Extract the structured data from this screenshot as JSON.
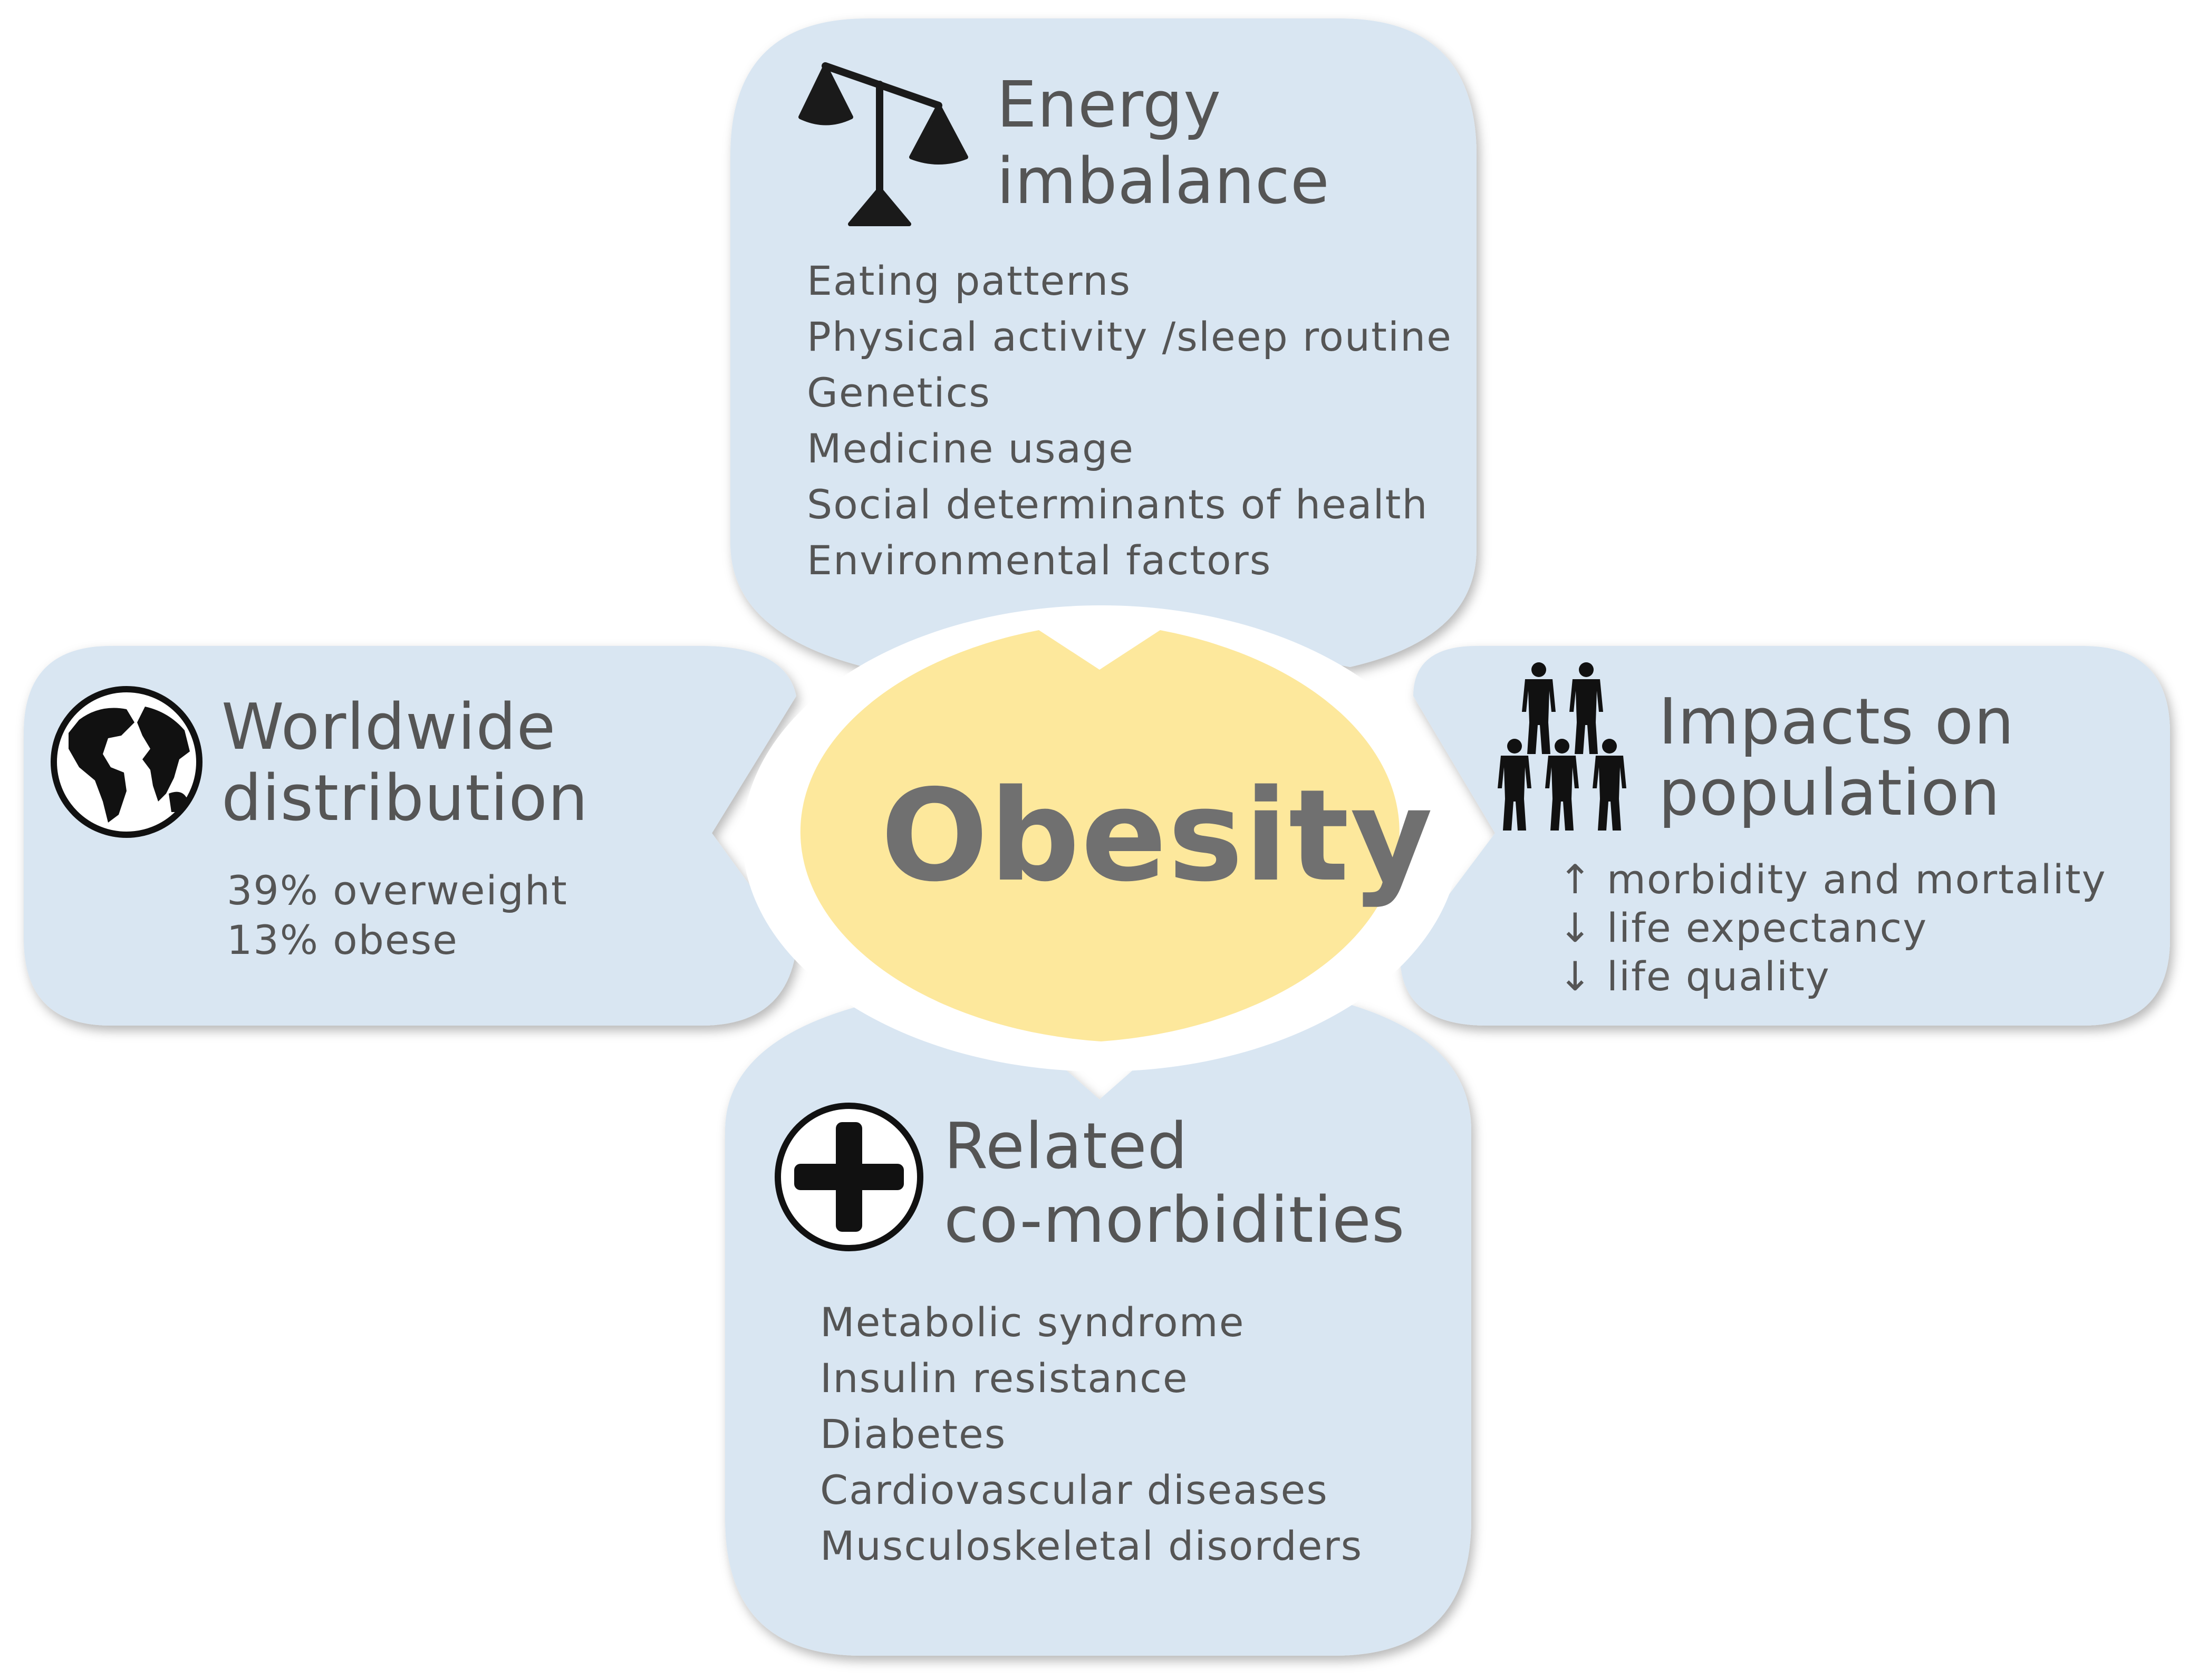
{
  "center": {
    "label": "Obesity"
  },
  "boxes": {
    "top": {
      "title_line1": "Energy",
      "title_line2": "imbalance",
      "icon": "balance-scale-icon",
      "items": [
        "Eating patterns",
        "Physical activity /sleep routine",
        "Genetics",
        "Medicine usage",
        "Social determinants of health",
        "Environmental factors"
      ]
    },
    "left": {
      "title_line1": "Worldwide",
      "title_line2": "distribution",
      "icon": "globe-icon",
      "items": [
        "39% overweight",
        "13% obese"
      ]
    },
    "right": {
      "title_line1": "Impacts on",
      "title_line2": "population",
      "icon": "people-group-icon",
      "items": [
        "↑ morbidity and mortality",
        "↓ life expectancy",
        "↓ life quality"
      ]
    },
    "bottom": {
      "title_line1": "Related",
      "title_line2": "co-morbidities",
      "icon": "medical-cross-icon",
      "items": [
        "Metabolic syndrome",
        "Insulin resistance",
        "Diabetes",
        "Cardiovascular diseases",
        "Musculoskeletal disorders"
      ]
    }
  },
  "colors": {
    "box_fill": "#d9e6f2",
    "center_fill": "#fde89c",
    "text": "#555555",
    "center_text": "#707070",
    "icon": "#1a1a1a"
  }
}
